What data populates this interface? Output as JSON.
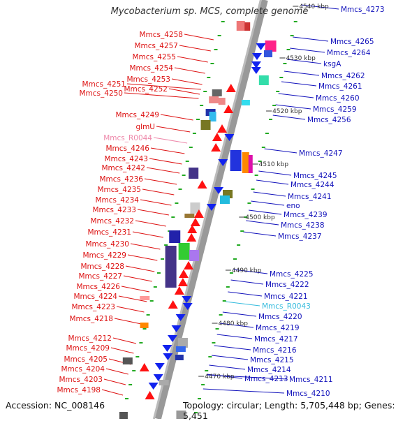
{
  "title": "Mycobacterium sp. MCS, complete genome",
  "accession": "Accession: NC_008146",
  "stats": "Topology: circular; Length: 5,705,448 bp; Genes: 5,451",
  "kbp_markers": [
    "4540 kbp",
    "4530 kbp",
    "4520 kbp",
    "4510 kbp",
    "4500 kbp",
    "4490 kbp",
    "4480 kbp",
    "4470 kbp"
  ],
  "left_labels": [
    {
      "text": "Mmcs_4258",
      "color": "#dd1111"
    },
    {
      "text": "Mmcs_4257",
      "color": "#dd1111"
    },
    {
      "text": "Mmcs_4255",
      "color": "#dd1111"
    },
    {
      "text": "Mmcs_4254",
      "color": "#dd1111"
    },
    {
      "text": "Mmcs_4253",
      "color": "#dd1111"
    },
    {
      "text": "Mmcs_4251",
      "color": "#dd1111"
    },
    {
      "text": "Mmcs_4252",
      "color": "#dd1111"
    },
    {
      "text": "Mmcs_4250",
      "color": "#dd1111"
    },
    {
      "text": "Mmcs_4249",
      "color": "#dd1111"
    },
    {
      "text": "glmU",
      "color": "#dd1111"
    },
    {
      "text": "Mmcs_R0044",
      "color": "#ee88aa"
    },
    {
      "text": "Mmcs_4246",
      "color": "#dd1111"
    },
    {
      "text": "Mmcs_4243",
      "color": "#dd1111"
    },
    {
      "text": "Mmcs_4242",
      "color": "#dd1111"
    },
    {
      "text": "Mmcs_4236",
      "color": "#dd1111"
    },
    {
      "text": "Mmcs_4235",
      "color": "#dd1111"
    },
    {
      "text": "Mmcs_4234",
      "color": "#dd1111"
    },
    {
      "text": "Mmcs_4233",
      "color": "#dd1111"
    },
    {
      "text": "Mmcs_4232",
      "color": "#dd1111"
    },
    {
      "text": "Mmcs_4231",
      "color": "#dd1111"
    },
    {
      "text": "Mmcs_4230",
      "color": "#dd1111"
    },
    {
      "text": "Mmcs_4229",
      "color": "#dd1111"
    },
    {
      "text": "Mmcs_4228",
      "color": "#dd1111"
    },
    {
      "text": "Mmcs_4227",
      "color": "#dd1111"
    },
    {
      "text": "Mmcs_4226",
      "color": "#dd1111"
    },
    {
      "text": "Mmcs_4224",
      "color": "#dd1111"
    },
    {
      "text": "Mmcs_4223",
      "color": "#dd1111"
    },
    {
      "text": "Mmcs_4218",
      "color": "#dd1111"
    },
    {
      "text": "Mmcs_4212",
      "color": "#dd1111"
    },
    {
      "text": "Mmcs_4209",
      "color": "#dd1111"
    },
    {
      "text": "Mmcs_4205",
      "color": "#dd1111"
    },
    {
      "text": "Mmcs_4204",
      "color": "#dd1111"
    },
    {
      "text": "Mmcs_4203",
      "color": "#dd1111"
    },
    {
      "text": "Mmcs_4198",
      "color": "#dd1111"
    }
  ],
  "right_labels": [
    {
      "text": "Mmcs_4273",
      "color": "#1111bb"
    },
    {
      "text": "Mmcs_4265",
      "color": "#1111bb"
    },
    {
      "text": "Mmcs_4264",
      "color": "#1111bb"
    },
    {
      "text": "ksgA",
      "color": "#1111bb"
    },
    {
      "text": "Mmcs_4262",
      "color": "#1111bb"
    },
    {
      "text": "Mmcs_4261",
      "color": "#1111bb"
    },
    {
      "text": "Mmcs_4260",
      "color": "#1111bb"
    },
    {
      "text": "Mmcs_4259",
      "color": "#1111bb"
    },
    {
      "text": "Mmcs_4256",
      "color": "#1111bb"
    },
    {
      "text": "Mmcs_4247",
      "color": "#1111bb"
    },
    {
      "text": "Mmcs_4245",
      "color": "#1111bb"
    },
    {
      "text": "Mmcs_4244",
      "color": "#1111bb"
    },
    {
      "text": "Mmcs_4241",
      "color": "#1111bb"
    },
    {
      "text": "eno",
      "color": "#1111bb"
    },
    {
      "text": "Mmcs_4239",
      "color": "#1111bb"
    },
    {
      "text": "Mmcs_4238",
      "color": "#1111bb"
    },
    {
      "text": "Mmcs_4237",
      "color": "#1111bb"
    },
    {
      "text": "Mmcs_4225",
      "color": "#1111bb"
    },
    {
      "text": "Mmcs_4222",
      "color": "#1111bb"
    },
    {
      "text": "Mmcs_4221",
      "color": "#1111bb"
    },
    {
      "text": "Mmcs_R0043",
      "color": "#33bbdd"
    },
    {
      "text": "Mmcs_4220",
      "color": "#1111bb"
    },
    {
      "text": "Mmcs_4219",
      "color": "#1111bb"
    },
    {
      "text": "Mmcs_4217",
      "color": "#1111bb"
    },
    {
      "text": "Mmcs_4216",
      "color": "#1111bb"
    },
    {
      "text": "Mmcs_4215",
      "color": "#1111bb"
    },
    {
      "text": "Mmcs_4214",
      "color": "#1111bb"
    },
    {
      "text": "Mmcs_4213",
      "color": "#1111bb"
    },
    {
      "text": "Mmcs_4211",
      "color": "#1111bb"
    },
    {
      "text": "Mmcs_4210",
      "color": "#1111bb"
    }
  ],
  "colors": {
    "forward_strand": "#ff1111",
    "reverse_strand": "#1122ee",
    "backbone": "#999999",
    "tick": "#22aa22"
  }
}
